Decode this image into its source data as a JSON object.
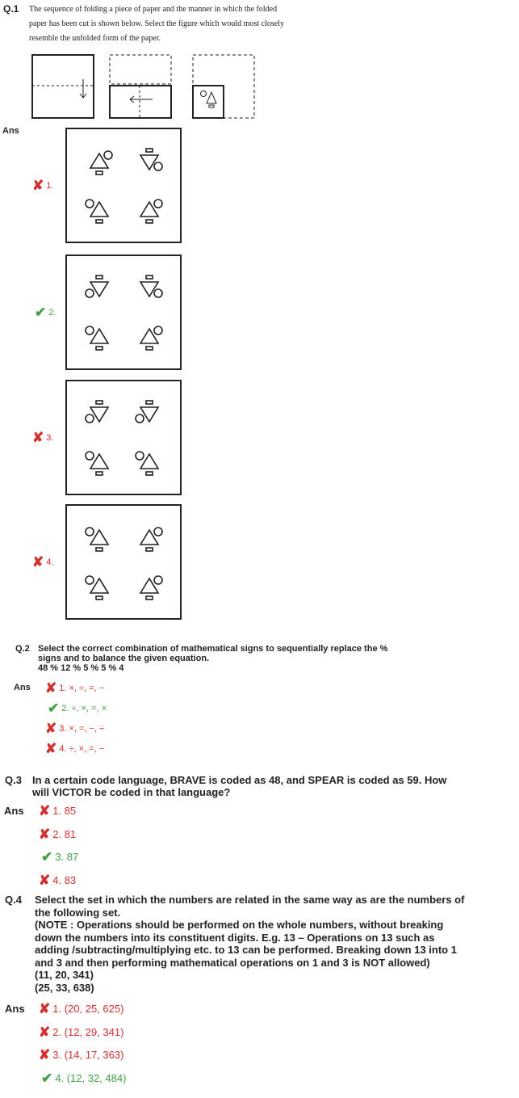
{
  "colors": {
    "wrong": "#d32f2f",
    "correct": "#43a047"
  },
  "ans_label": "Ans",
  "q1": {
    "number": "Q.1",
    "lines": [
      "The sequence of folding a piece of paper and the manner in which the folded",
      "paper has been cut is shown below. Select the figure which would most closely",
      "resemble the unfolded form of the paper."
    ],
    "options": [
      {
        "label": "1.",
        "correct": false,
        "glyphs": [
          "up-right",
          "down-right",
          "up-left",
          "up-right"
        ]
      },
      {
        "label": "2.",
        "correct": true,
        "glyphs": [
          "down-left",
          "down-right",
          "up-left",
          "up-right"
        ]
      },
      {
        "label": "3.",
        "correct": false,
        "glyphs": [
          "down-left",
          "down-left",
          "up-left",
          "up-left"
        ]
      },
      {
        "label": "4.",
        "correct": false,
        "glyphs": [
          "up-left",
          "up-right",
          "up-left",
          "up-right"
        ]
      }
    ]
  },
  "q2": {
    "number": "Q.2",
    "lines": [
      "Select the correct combination of mathematical signs to sequentially replace the %",
      "signs and to balance the given equation.",
      "48 % 12 % 5 % 5 % 4"
    ],
    "options": [
      {
        "text": "1. ×, ÷, =, −",
        "correct": false
      },
      {
        "text": "2. ÷, ×, =, ×",
        "correct": true
      },
      {
        "text": "3. ×, =, −, ÷",
        "correct": false
      },
      {
        "text": "4. ÷, ×, =, −",
        "correct": false
      }
    ]
  },
  "q3": {
    "number": "Q.3",
    "lines": [
      "In a certain code language, BRAVE is coded as 48, and SPEAR is coded as 59. How",
      "will VICTOR be coded in that language?"
    ],
    "options": [
      {
        "text": "1. 85",
        "correct": false
      },
      {
        "text": "2. 81",
        "correct": false
      },
      {
        "text": "3. 87",
        "correct": true
      },
      {
        "text": "4. 83",
        "correct": false
      }
    ]
  },
  "q4": {
    "number": "Q.4",
    "lines": [
      "Select the set in which the numbers are related in the same way as are the numbers of",
      "the following set.",
      "(NOTE : Operations should be performed on the whole numbers, without breaking",
      "down the numbers into its constituent digits. E.g. 13 – Operations on 13 such as",
      "adding /subtracting/multiplying etc. to 13 can be performed. Breaking down 13 into 1",
      "and 3 and then performing mathematical operations on 1 and 3 is NOT allowed)",
      "(11, 20, 341)",
      "(25, 33, 638)"
    ],
    "options": [
      {
        "text": "1. (20, 25, 625)",
        "correct": false
      },
      {
        "text": "2. (12, 29, 341)",
        "correct": false
      },
      {
        "text": "3. (14, 17, 363)",
        "correct": false
      },
      {
        "text": "4. (12, 32, 484)",
        "correct": true
      }
    ]
  }
}
